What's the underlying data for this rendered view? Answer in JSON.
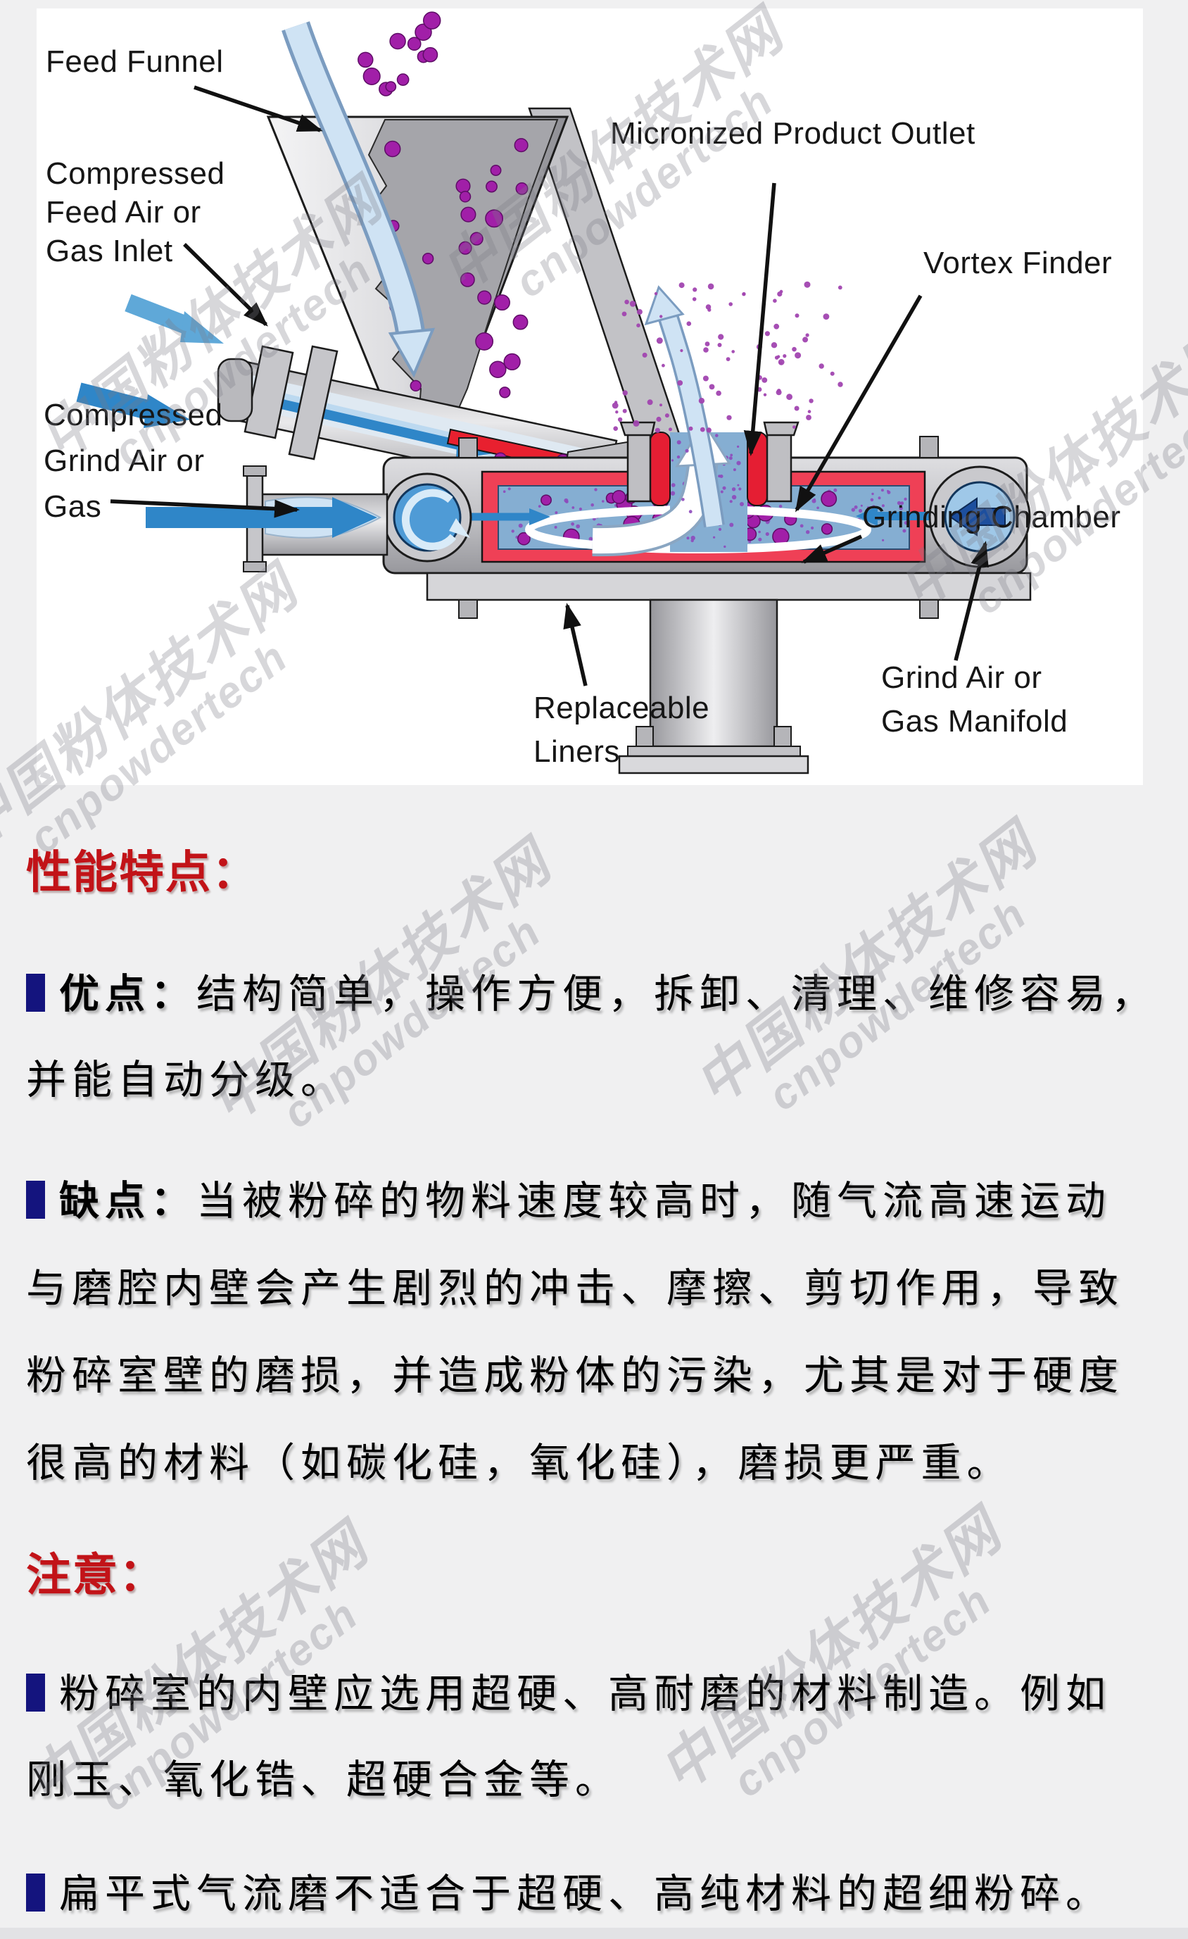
{
  "watermark": {
    "cn": "中国粉体技术网",
    "en": "cnpowdertech"
  },
  "diagram": {
    "labels": {
      "feed_funnel": "Feed Funnel",
      "feed_inlet": [
        "Compressed",
        "Feed Air or",
        "Gas Inlet"
      ],
      "grind_gas": [
        "Compressed",
        "Grind Air or",
        "Gas"
      ],
      "product_outlet": "Micronized Product Outlet",
      "vortex_finder": "Vortex Finder",
      "grinding_chamber": "Grinding Chamber",
      "liners": [
        "Replaceable",
        "Liners"
      ],
      "manifold": [
        "Grind Air or",
        "Gas Manifold"
      ]
    },
    "colors": {
      "liner_red": "#ef4056",
      "liner_red_deep": "#e51e33",
      "flow_blue": "#2f86c8",
      "stream_blue": "#cfe3f4",
      "chamber_blue": "#85aed2",
      "particle_purple": "#a11fa8",
      "metal_gray": "#c6c6ca"
    }
  },
  "sections": {
    "perf_heading": "性能特点：",
    "adv_lead": "优点：",
    "adv_line1": "结构简单，操作方便，拆卸、清理、维修容易，",
    "adv_line2": "并能自动分级。",
    "dis_lead": "缺点：",
    "dis_line1": "当被粉碎的物料速度较高时，随气流高速运动",
    "dis_line2": "与磨腔内壁会产生剧烈的冲击、摩擦、剪切作用，导致",
    "dis_line3": "粉碎室壁的磨损，并造成粉体的污染，尤其是对于硬度",
    "dis_line4": "很高的材料（如碳化硅，氧化硅），磨损更严重。",
    "note_heading": "注意：",
    "note1_line1": "粉碎室的内壁应选用超硬、高耐磨的材料制造。例如",
    "note1_line2": "刚玉、氧化锆、超硬合金等。",
    "note2_line1": "扁平式气流磨不适合于超硬、高纯材料的超细粉碎。"
  }
}
